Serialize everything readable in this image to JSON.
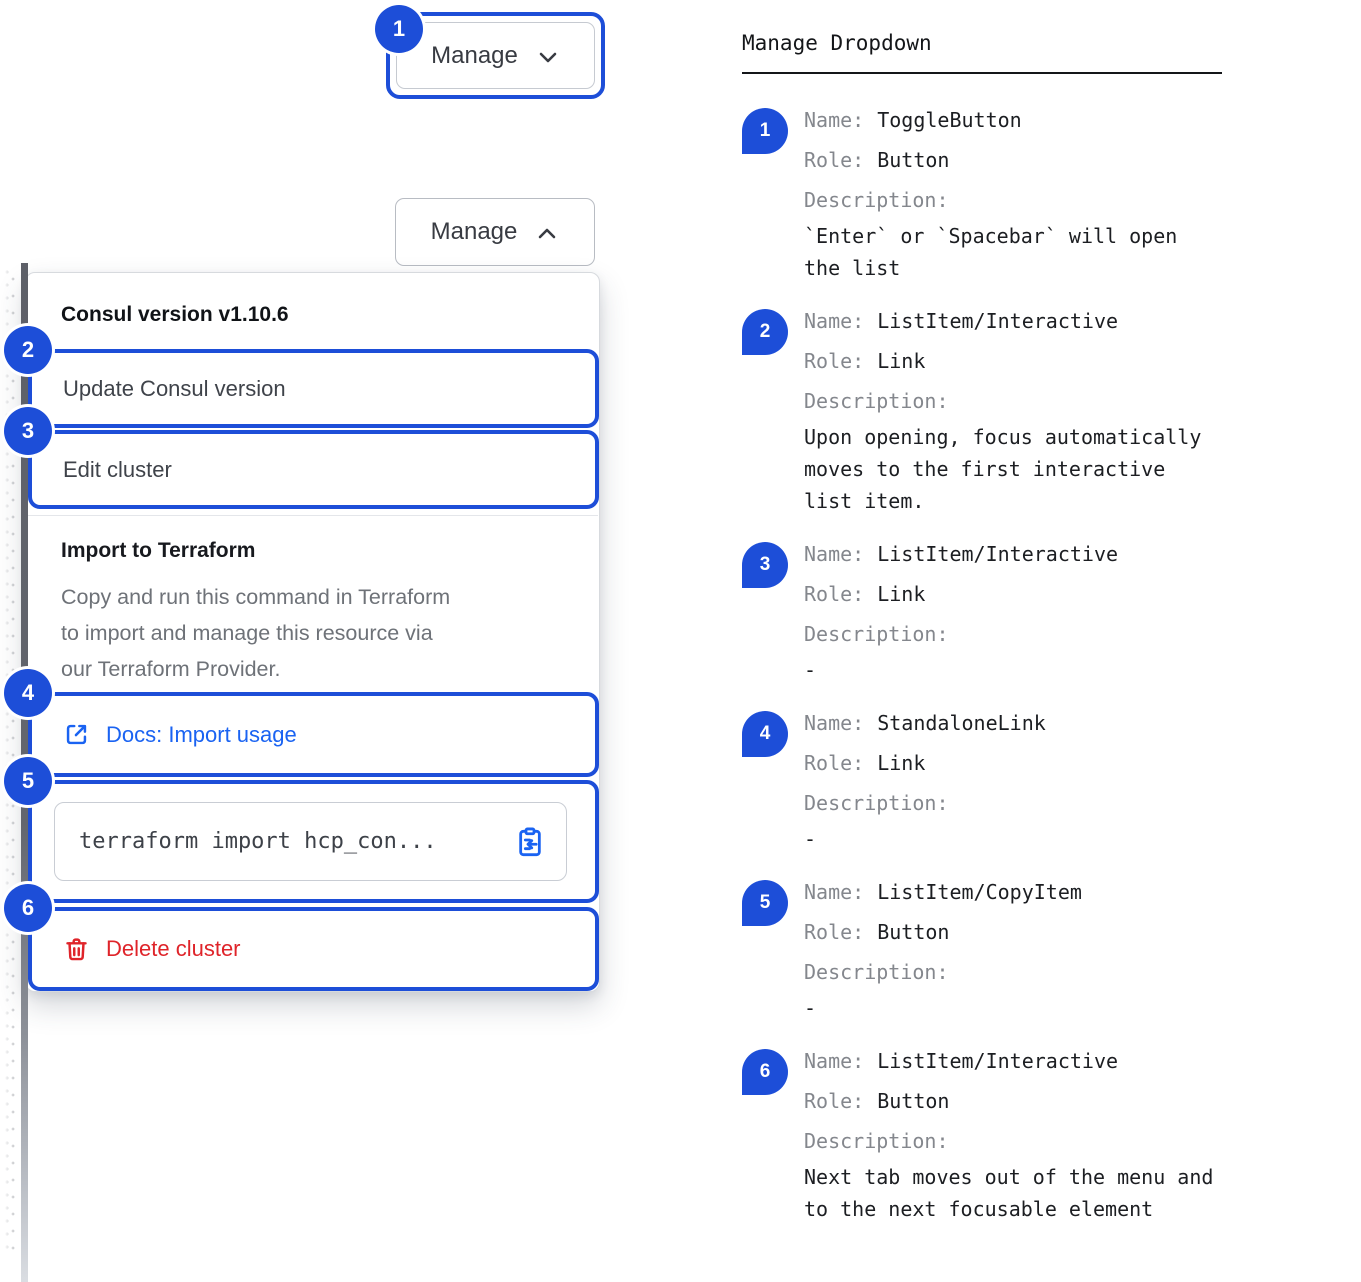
{
  "colors": {
    "accent": "#1d4ed8",
    "link": "#1a63f2",
    "danger": "#df242a"
  },
  "left": {
    "toggle_button_collapsed": {
      "badge": "1",
      "label": "Manage"
    },
    "toggle_button_expanded": {
      "label": "Manage"
    },
    "dropdown": {
      "version_label": "Consul version v1.10.6",
      "items": [
        {
          "badge": "2",
          "label": "Update Consul version"
        },
        {
          "badge": "3",
          "label": "Edit cluster"
        }
      ],
      "import_section": {
        "title": "Import to Terraform",
        "description_lines": [
          "Copy and run this command in Terraform",
          "to import and manage this resource via",
          "our Terraform Provider."
        ],
        "docs_link": {
          "badge": "4",
          "label": "Docs: Import usage"
        },
        "copy_field": {
          "badge": "5",
          "value": "terraform import hcp_con..."
        },
        "delete_item": {
          "badge": "6",
          "label": "Delete cluster"
        }
      }
    }
  },
  "right": {
    "title": "Manage Dropdown",
    "labels": {
      "name": "Name:",
      "role": "Role:",
      "description": "Description:"
    },
    "entries": [
      {
        "badge": "1",
        "name": "ToggleButton",
        "role": "Button",
        "description_lines": [
          "`Enter` or `Spacebar` will open",
          "the list"
        ]
      },
      {
        "badge": "2",
        "name": "ListItem/Interactive",
        "role": "Link",
        "description_lines": [
          "Upon opening, focus automatically",
          "moves to the first interactive",
          "list item."
        ]
      },
      {
        "badge": "3",
        "name": "ListItem/Interactive",
        "role": "Link",
        "description_lines": [
          "-"
        ]
      },
      {
        "badge": "4",
        "name": "StandaloneLink",
        "role": "Link",
        "description_lines": [
          "-"
        ]
      },
      {
        "badge": "5",
        "name": "ListItem/CopyItem",
        "role": "Button",
        "description_lines": [
          "-"
        ]
      },
      {
        "badge": "6",
        "name": "ListItem/Interactive",
        "role": "Button",
        "description_lines": [
          "Next tab moves out of the menu and",
          "to the next focusable element"
        ]
      }
    ]
  }
}
